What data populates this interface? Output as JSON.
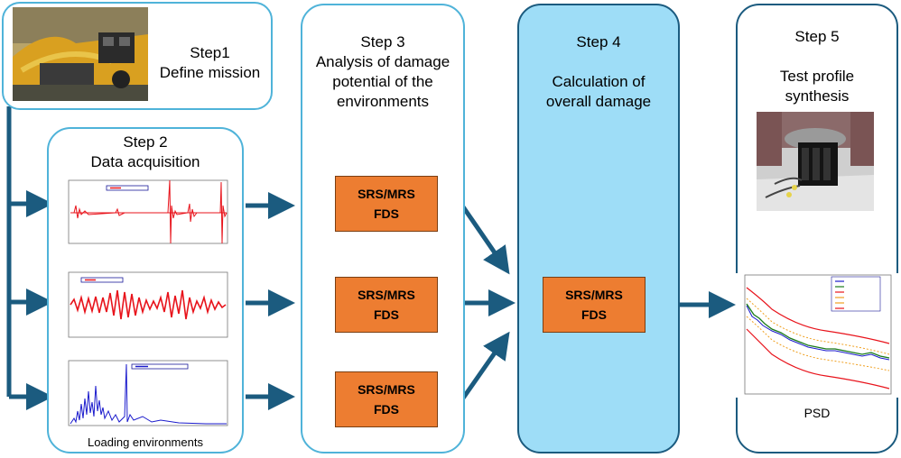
{
  "step1": {
    "title": "Step1\nDefine mission"
  },
  "step2": {
    "title": "Step 2\nData acquisition",
    "caption": "Loading environments"
  },
  "step3": {
    "title": "Step 3\nAnalysis of damage\npotential  of the\nenvironments",
    "boxes": [
      {
        "top": "SRS/MRS",
        "bottom": "FDS"
      },
      {
        "top": "SRS/MRS",
        "bottom": "FDS"
      },
      {
        "top": "SRS/MRS",
        "bottom": "FDS"
      }
    ]
  },
  "step4": {
    "title": "Step 4\n\nCalculation of\noverall damage",
    "box": {
      "top": "SRS/MRS",
      "bottom": "FDS"
    }
  },
  "step5": {
    "title": "Step 5\n\nTest profile\nsynthesis",
    "caption": "PSD"
  },
  "colors": {
    "arrow": "#1B5B7F",
    "accent": "#ED7D31",
    "step4_fill": "#9EDDF7",
    "signal_red": "#E8131B",
    "signal_blue": "#1A1ACC"
  }
}
